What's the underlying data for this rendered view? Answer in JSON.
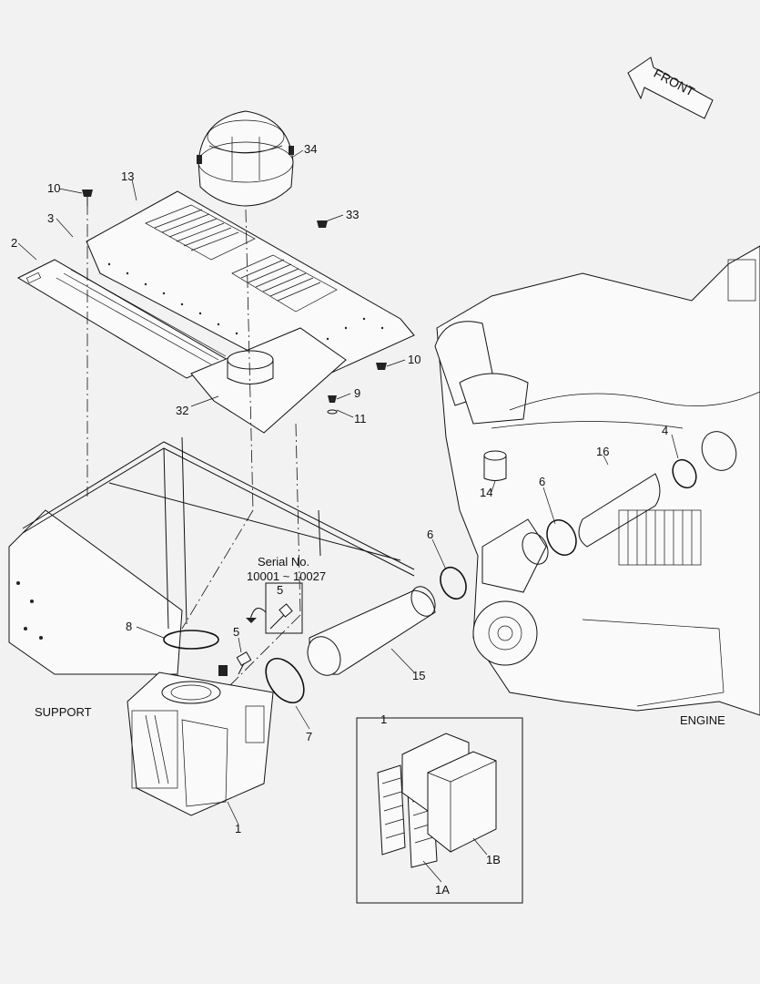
{
  "diagram": {
    "labels": {
      "front": "FRONT",
      "support": "SUPPORT",
      "engine": "ENGINE",
      "serial_title": "Serial No.",
      "serial_range": "10001 ~ 10027"
    },
    "callouts": {
      "p1": "1",
      "p1_box": "1",
      "p1a": "1A",
      "p1b": "1B",
      "p2": "2",
      "p3": "3",
      "p4": "4",
      "p5": "5",
      "p5_box": "5",
      "p6a": "6",
      "p6b": "6",
      "p7": "7",
      "p8": "8",
      "p9": "9",
      "p10a": "10",
      "p10b": "10",
      "p11": "11",
      "p13": "13",
      "p14": "14",
      "p15": "15",
      "p16": "16",
      "p32": "32",
      "p33": "33",
      "p34": "34"
    }
  }
}
